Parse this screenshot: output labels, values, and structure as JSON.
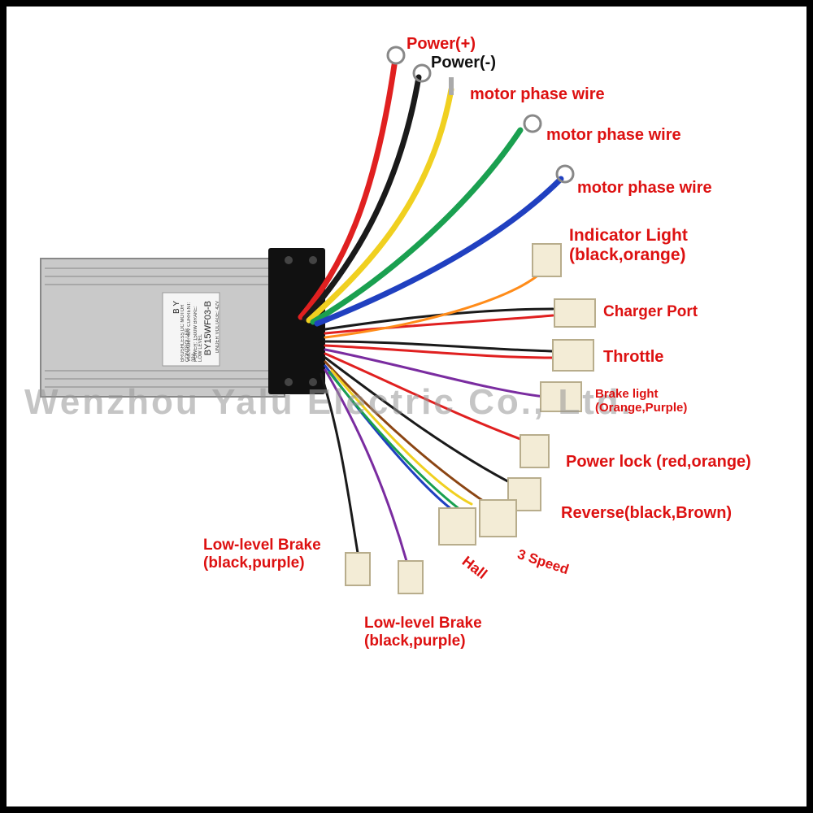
{
  "photo": {
    "module_label": "BY15WF03-B",
    "brand": "B Y",
    "spec_lines": [
      "BRUSHLESS DC MOTOR CONTROLLER",
      "VOLTAGE: 48V  CURRENT: 33A",
      "POWER: 1500W BRAKE: LOW LEVEL",
      "UNDER VOLTAGE: 42V"
    ]
  },
  "watermark": "Wenzhou Yalu Electric Co., Ltd.",
  "labels": {
    "power_plus": "Power(+)",
    "power_minus": "Power(-)",
    "motor_phase_1": "motor phase wire",
    "motor_phase_2": "motor phase wire",
    "motor_phase_3": "motor phase wire",
    "indicator_light_1": "Indicator Light",
    "indicator_light_2": "(black,orange)",
    "charger_port": "Charger Port",
    "throttle": "Throttle",
    "brake_light_1": "Brake light",
    "brake_light_2": "(Orange,Purple)",
    "power_lock": "Power lock (red,orange)",
    "reverse": "Reverse(black,Brown)",
    "three_speed": "3 Speed",
    "hall": "Hall",
    "low_brake_a_1": "Low-level Brake",
    "low_brake_a_2": "(black,purple)",
    "low_brake_b_1": "Low-level Brake",
    "low_brake_b_2": "(black,purple)"
  },
  "colors": {
    "label_red": "#dd1111",
    "wire_red": "#e02020",
    "wire_black": "#1a1a1a",
    "wire_yellow": "#f0d020",
    "wire_green": "#1aa050",
    "wire_blue": "#2040c0",
    "casing": "#c8c8c8"
  }
}
